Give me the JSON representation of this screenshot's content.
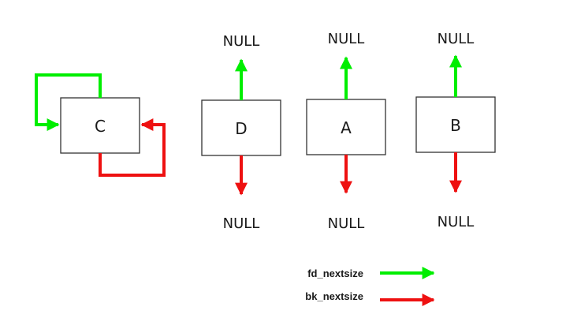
{
  "colors": {
    "fd": "#00ee00",
    "bk": "#ee1111"
  },
  "nodes": {
    "c": "C",
    "d": "D",
    "a": "A",
    "b": "B"
  },
  "null_label": "NULL",
  "legend": {
    "fd": "fd_nextsize",
    "bk": "bk_nextsize"
  }
}
